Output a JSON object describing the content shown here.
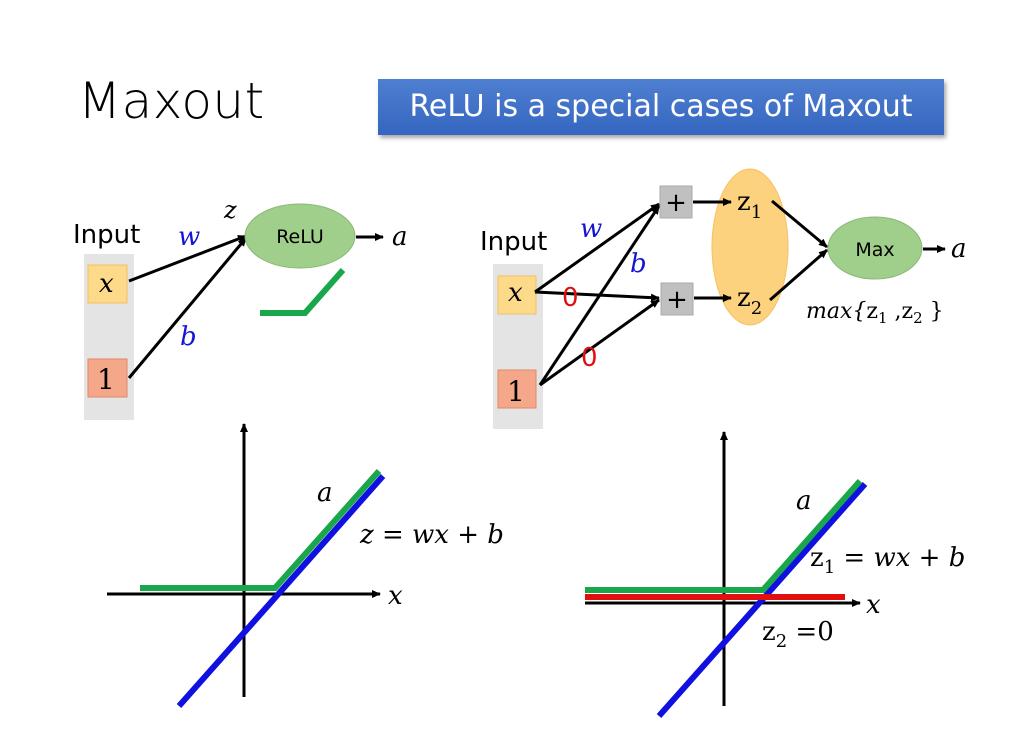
{
  "slide": {
    "title": "Maxout",
    "banner": "ReLU is a special cases of Maxout"
  },
  "left_network": {
    "input_label": "Input",
    "inputs": [
      "x",
      "1"
    ],
    "weight_labels": [
      "w",
      "b"
    ],
    "pre_activation": "z",
    "node_label": "ReLU",
    "output": "a"
  },
  "right_network": {
    "input_label": "Input",
    "inputs": [
      "x",
      "1"
    ],
    "weight_labels": [
      "w",
      "b",
      "0",
      "0"
    ],
    "sum_symbol": "+",
    "group_outputs": [
      "z",
      "z"
    ],
    "subscripts": [
      "1",
      "2"
    ],
    "node_label": "Max",
    "output": "a",
    "formula": {
      "prefix": "max{",
      "z1": "z",
      "s1": "1",
      "sep": " ,",
      "z2": "z",
      "s2": "2",
      "suffix": " }"
    }
  },
  "left_plot": {
    "output_label": "a",
    "line_label": "z = wx + b",
    "x_axis": "x"
  },
  "right_plot": {
    "output_label": "a",
    "line1": {
      "z": "z",
      "sub": "1",
      "rest": " = wx + b"
    },
    "line2": {
      "z": "z",
      "sub": "2",
      "rest": " =0"
    },
    "x_axis": "x"
  },
  "colors": {
    "banner": "#3a6cc4",
    "input_x": "#fdd98a",
    "input_1": "#f4a889",
    "input_panel": "#e4e4e4",
    "node": "#9fcf8a",
    "group": "#fdd27f",
    "plus_box": "#c0c0c0",
    "relu_line": "#1aa64a",
    "linear_line": "#1010e0",
    "zero_line": "#e01010",
    "weight_text": "#1414d2",
    "zero_text": "#e01010"
  }
}
